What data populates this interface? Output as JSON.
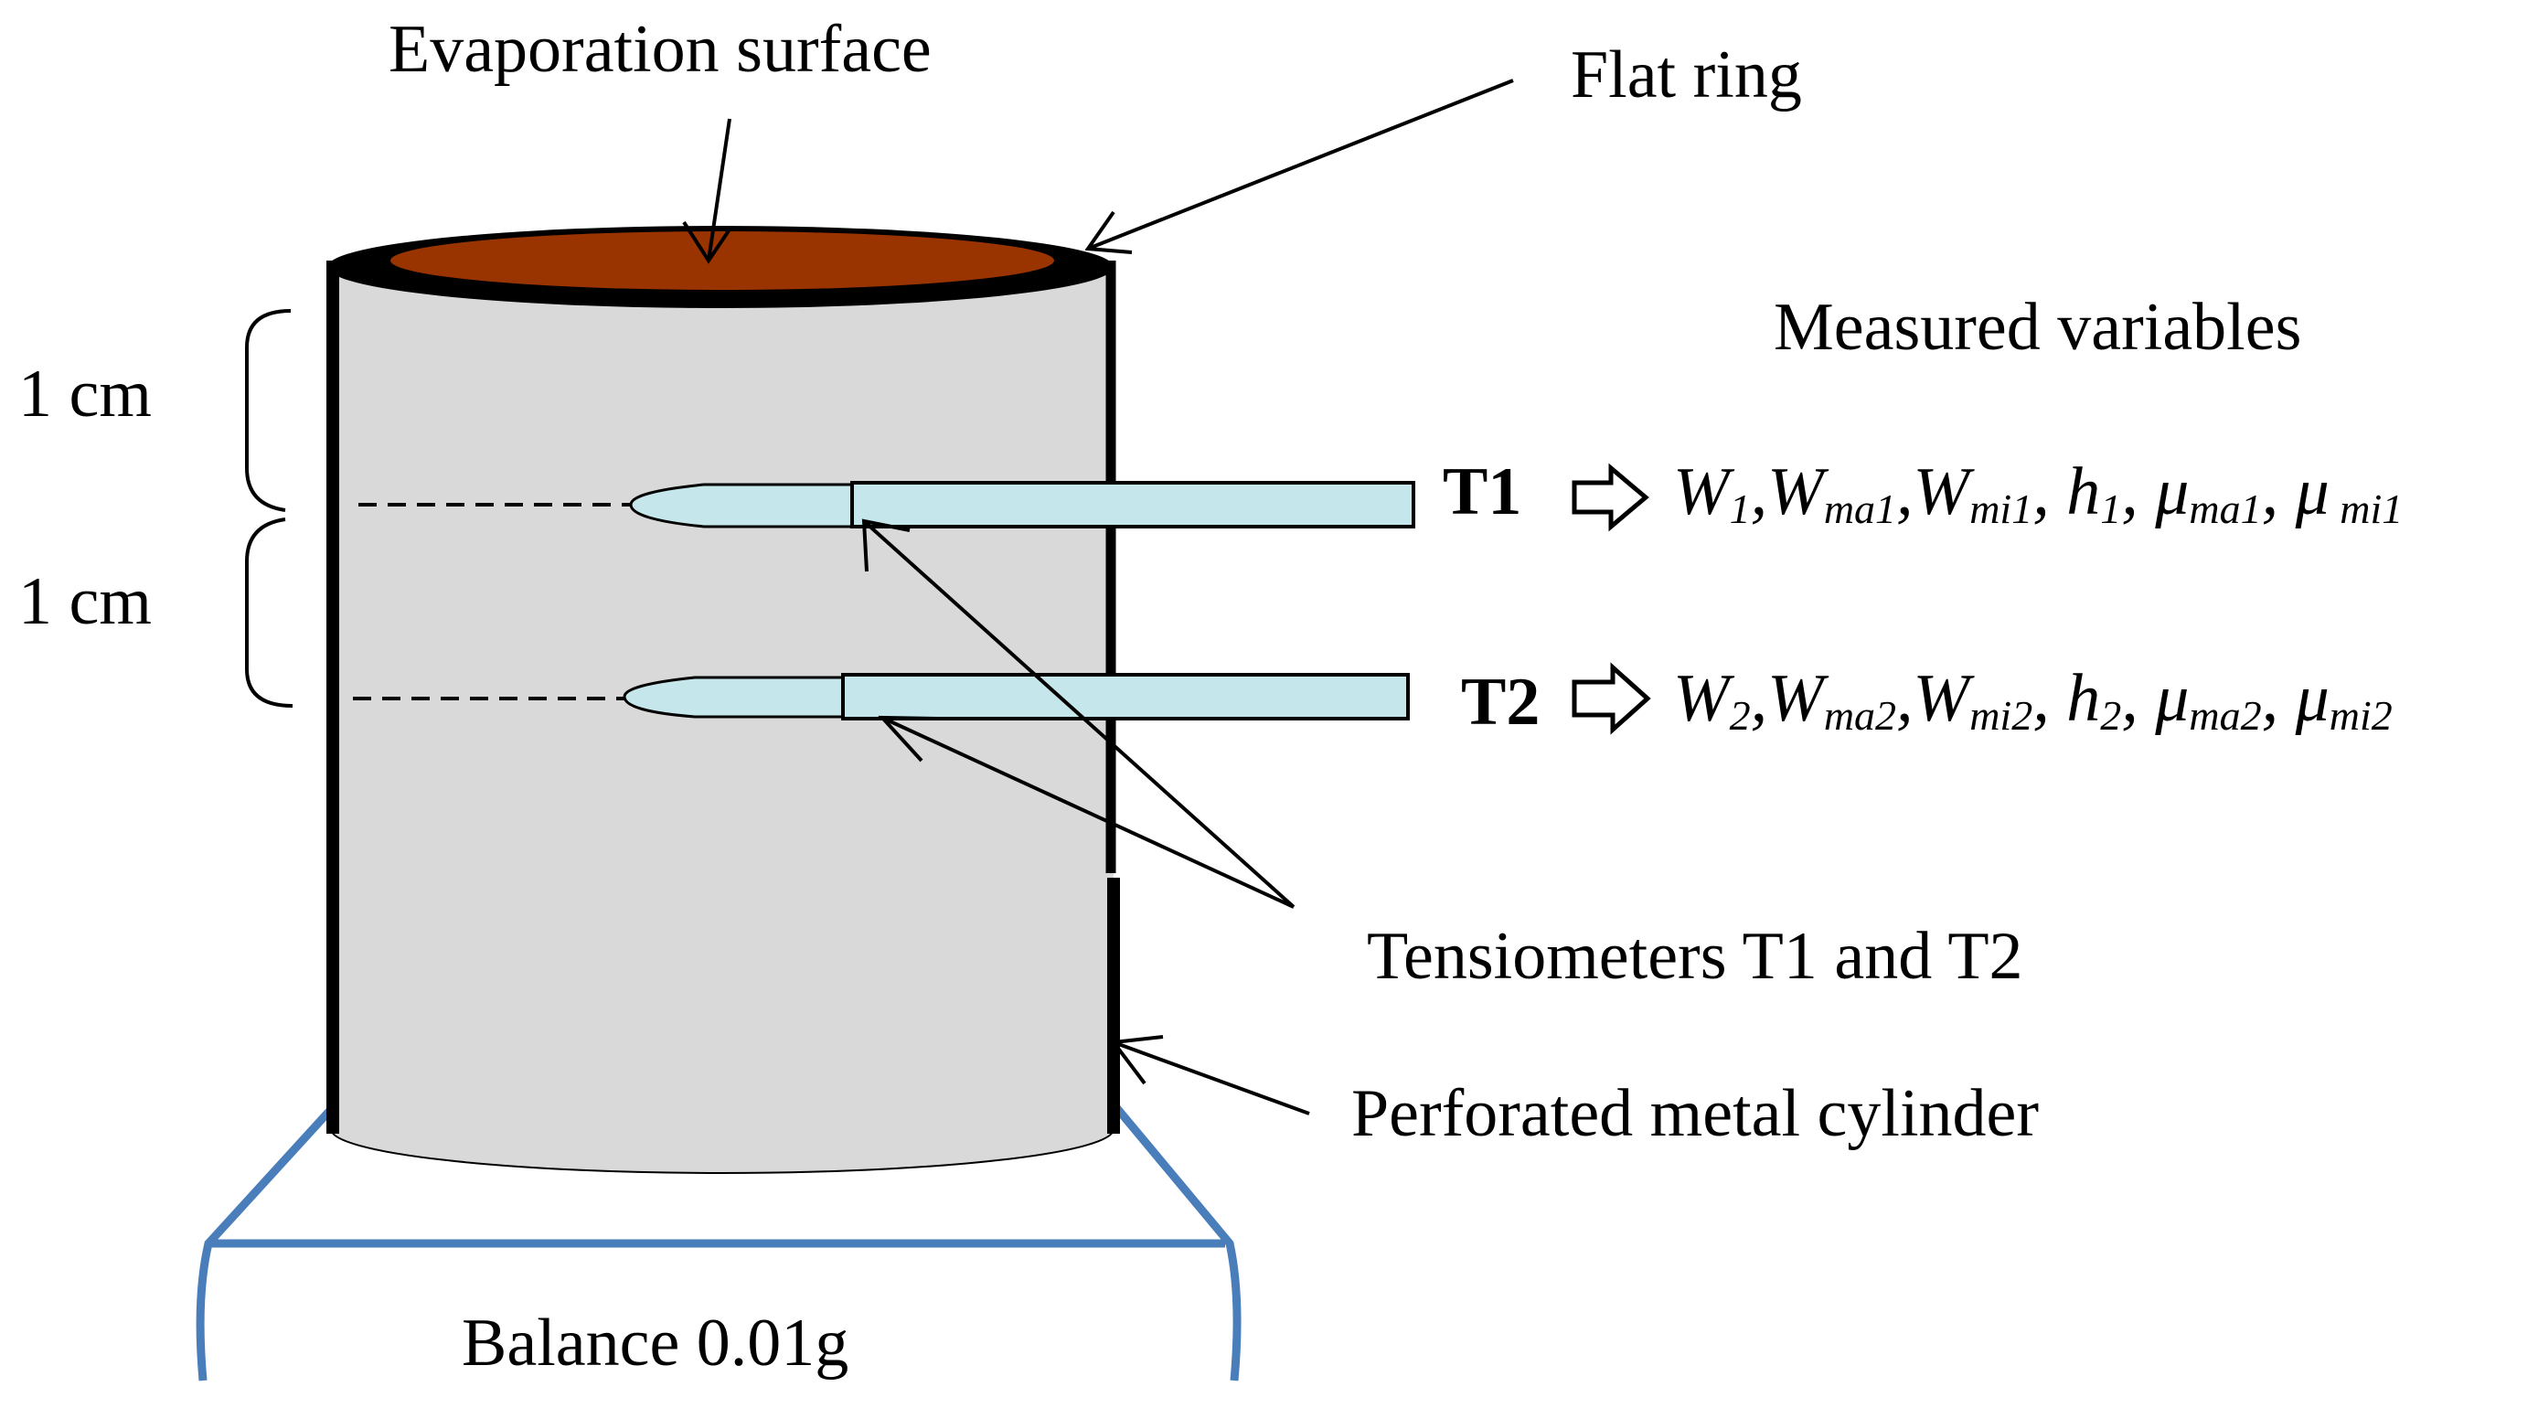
{
  "labels": {
    "evaporation_surface": "Evaporation surface",
    "flat_ring": "Flat ring",
    "measured_variables": "Measured variables",
    "spacing_upper": "1 cm",
    "spacing_lower": "1 cm",
    "tensiometer_1": "T1",
    "tensiometer_2": "T2",
    "tensiometers": "Tensiometers T1 and T2",
    "cylinder": "Perforated metal cylinder",
    "balance": "Balance 0.01g"
  },
  "variables_t1": [
    {
      "base": "W",
      "sub": "1",
      "sep": ","
    },
    {
      "base": "W",
      "sub": "ma1",
      "sep": ","
    },
    {
      "base": "W",
      "sub": "mi1",
      "sep": ", "
    },
    {
      "base": "h",
      "sub": "1",
      "sep": ", "
    },
    {
      "base": "μ",
      "sub": "ma1",
      "sep": ", "
    },
    {
      "base": "μ",
      "sub": " mi1",
      "sep": ""
    }
  ],
  "variables_t2": [
    {
      "base": "W",
      "sub": "2",
      "sep": ","
    },
    {
      "base": "W",
      "sub": "ma2",
      "sep": ","
    },
    {
      "base": "W",
      "sub": "mi2",
      "sep": ", "
    },
    {
      "base": "h",
      "sub": "2",
      "sep": ", "
    },
    {
      "base": "μ",
      "sub": "ma2",
      "sep": ", "
    },
    {
      "base": "μ",
      "sub": "mi2",
      "sep": ""
    }
  ],
  "colors": {
    "cylinder_fill": "#d9d9d9",
    "soil_surface": "#993300",
    "tensiometer_fill": "#c5e6ea",
    "balance_outline": "#4a7ebb",
    "ink": "#000000"
  }
}
